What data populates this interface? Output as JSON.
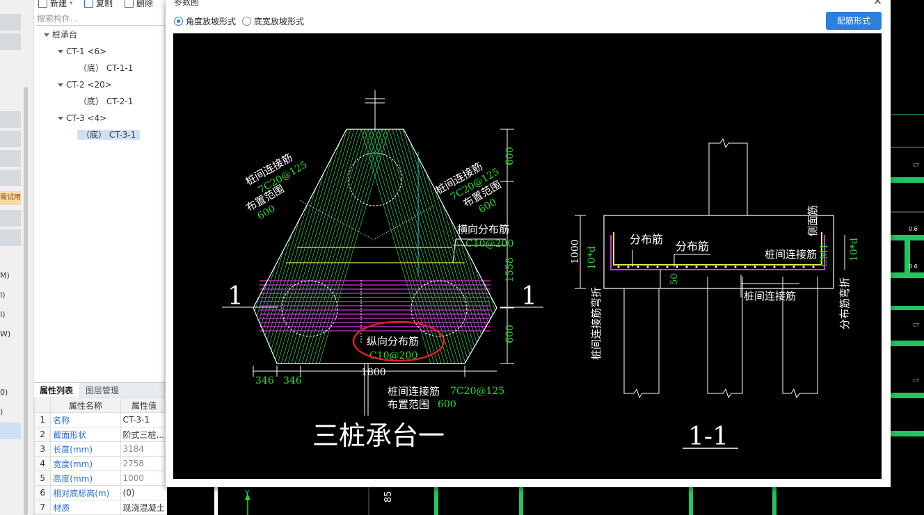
{
  "toolbar": {
    "new_label": "新建",
    "copy_label": "复制",
    "delete_label": "删除"
  },
  "search": {
    "placeholder": "搜索构件..."
  },
  "left_strip": {
    "badge": "需试用",
    "fragments": [
      "M)",
      "I)",
      "I)",
      "W)",
      "0)",
      ")"
    ]
  },
  "tree": {
    "root": "桩承台",
    "groups": [
      {
        "label": "CT-1 <6>",
        "child": "（底） CT-1-1"
      },
      {
        "label": "CT-2 <20>",
        "child": "（底） CT-2-1"
      },
      {
        "label": "CT-3 <4>",
        "child": "（底） CT-3-1"
      }
    ]
  },
  "props": {
    "tabs": [
      "属性列表",
      "图层管理"
    ],
    "headers": [
      "属性名称",
      "属性值"
    ],
    "rows": [
      {
        "n": "1",
        "name": "名称",
        "value": "CT-3-1"
      },
      {
        "n": "2",
        "name": "截面形状",
        "value": "阶式三桩..."
      },
      {
        "n": "3",
        "name": "长度(mm)",
        "value": "3184"
      },
      {
        "n": "4",
        "name": "宽度(mm)",
        "value": "2758"
      },
      {
        "n": "5",
        "name": "高度(mm)",
        "value": "1000"
      },
      {
        "n": "6",
        "name": "相对底标高(m)",
        "value": "(0)"
      },
      {
        "n": "7",
        "name": "材质",
        "value": "现浇混凝土"
      }
    ]
  },
  "dialog": {
    "title": "参数图",
    "radio_angle": "角度放坡形式",
    "radio_width": "底宽放坡形式",
    "config_button": "配筋形式"
  },
  "drawing": {
    "title_plan": "三桩承台一",
    "title_section": "1-1",
    "section_mark": "1",
    "labels": {
      "conn_left_1": "桩间连接筋",
      "conn_left_2": "7C20@125",
      "conn_left_3": "布置范围",
      "conn_left_4": "600",
      "conn_right_1": "桩间连接筋",
      "conn_right_2": "7C20@125",
      "conn_right_3": "布置范围",
      "conn_right_4": "600",
      "transverse_1": "横向分布筋",
      "transverse_2": "C10@200",
      "longitudinal_1": "纵向分布筋",
      "longitudinal_2": "C10@200",
      "bottom_conn_1": "桩间连接筋",
      "bottom_conn_2": "7C20@125",
      "bottom_conn_3": "布置范围",
      "bottom_conn_4": "600",
      "dim_600a": "600",
      "dim_1558": "1558",
      "dim_600b": "600",
      "dim_346a": "346",
      "dim_346b": "346",
      "dim_1800": "1800",
      "sec_dist1": "分布筋",
      "sec_dist2": "分布筋",
      "sec_conn": "桩间连接筋",
      "sec_side": "侧面筋",
      "sec_side2": "CM1",
      "sec_conn_bottom": "桩间连接筋",
      "sec_1000": "1000",
      "sec_10d_left": "10*d",
      "sec_10d_right": "10*d",
      "sec_50": "50",
      "sec_left_vert": "桩间连接筋弯折",
      "sec_right_vert": "分布筋弯折"
    }
  },
  "bg": {
    "y_axis": "Y",
    "dim_85": "85",
    "r1": "CT",
    "r2": "0.6",
    "r3": "0.6",
    "r4": "CT",
    "r5": "CT"
  },
  "colors": {
    "accent": "#2b7fe0",
    "cad_green": "#22c55e",
    "dim_green": "#22e022",
    "magenta": "#d633e0",
    "yellow": "#e8e840",
    "cyan": "#21c8e0",
    "annot_red": "#e02020"
  }
}
